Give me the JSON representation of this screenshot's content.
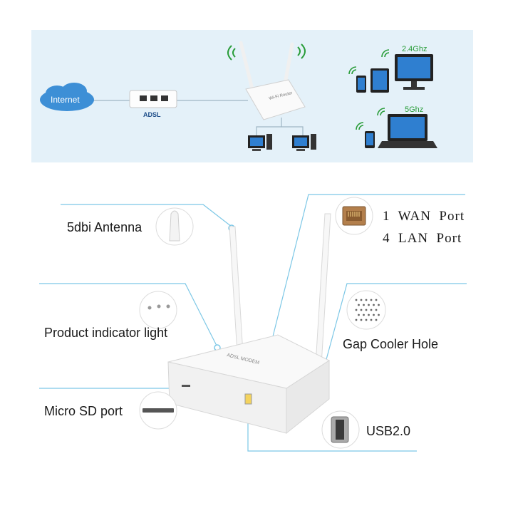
{
  "network_diagram": {
    "internet_label": "Internet",
    "adsl_label": "ADSL",
    "band_24_label": "2.4Ghz",
    "band_5_label": "5Ghz"
  },
  "callouts": {
    "antenna": "5dbi Antenna",
    "indicator": "Product indicator light",
    "micro_sd": "Micro SD port",
    "wan_line": "1  WAN  Port",
    "lan_line": "4  LAN  Port",
    "cooler": "Gap Cooler Hole",
    "usb": "USB2.0"
  },
  "colors": {
    "accent_line": "#7cc7e6",
    "panel_bg": "#e4f1f9",
    "internet_cloud": "#3d8fd6",
    "band_label": "#2a9d3a"
  }
}
